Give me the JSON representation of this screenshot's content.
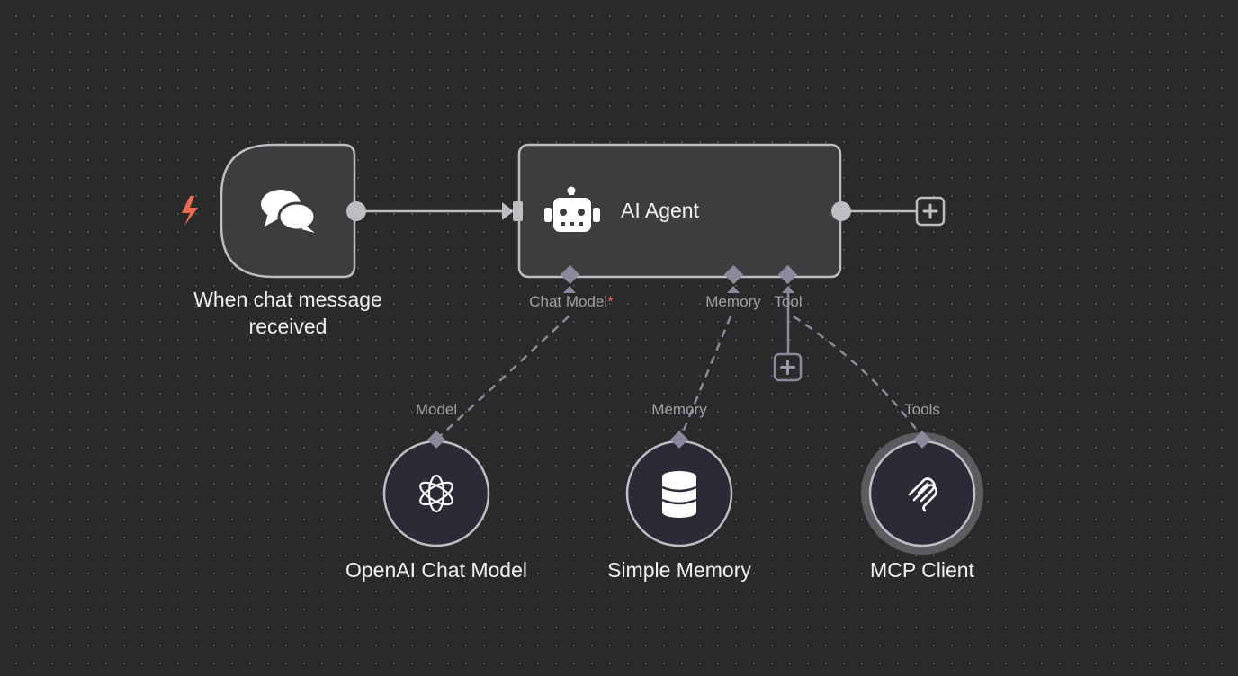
{
  "canvas": {
    "background": "#2a2a2b",
    "node_fill": "#3d3d40",
    "sub_node_fill": "#2b2b38",
    "border": "#bdbdc2",
    "connector": "#8b8a9c",
    "trigger_accent": "#ee6a4e"
  },
  "trigger_node": {
    "title": "When chat message received",
    "title_line1": "When chat message",
    "title_line2": "received",
    "icon": "chat-bubbles-icon",
    "badge_icon": "lightning-bolt-icon"
  },
  "agent_node": {
    "title": "AI Agent",
    "icon": "robot-icon",
    "ports": {
      "chat_model": "Chat Model",
      "chat_model_required": "*",
      "memory": "Memory",
      "tool": "Tool"
    },
    "add_output_icon": "plus-icon",
    "add_tool_icon": "plus-icon"
  },
  "sub_nodes": [
    {
      "title": "OpenAI Chat Model",
      "port_label": "Model",
      "icon": "openai-icon"
    },
    {
      "title": "Simple Memory",
      "port_label": "Memory",
      "icon": "database-icon"
    },
    {
      "title": "MCP Client",
      "port_label": "Tools",
      "icon": "mcp-icon"
    }
  ]
}
